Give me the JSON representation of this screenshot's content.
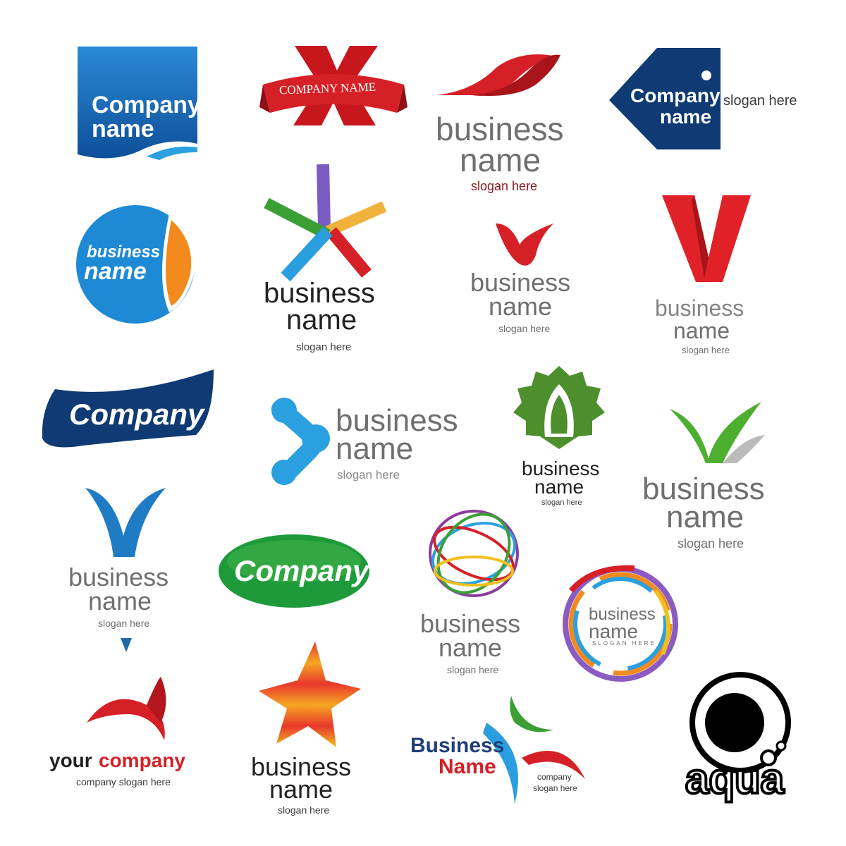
{
  "logos": [
    {
      "kind": "blue-square",
      "line1": "Company",
      "line2": "name"
    },
    {
      "kind": "red-x-banner",
      "banner": "COMPANY NAME"
    },
    {
      "kind": "red-ribbon",
      "line1": "business",
      "line2": "name",
      "slogan": "slogan here"
    },
    {
      "kind": "navy-tag",
      "line1": "Company",
      "line2": "name",
      "slogan": "slogan here"
    },
    {
      "kind": "blue-orange-circle",
      "line1": "business",
      "line2": "name"
    },
    {
      "kind": "brush-star",
      "line1": "business",
      "line2": "name",
      "slogan": "slogan here"
    },
    {
      "kind": "red-tulip",
      "line1": "business",
      "line2": "name",
      "slogan": "slogan here"
    },
    {
      "kind": "red-v",
      "line1": "business",
      "line2": "name",
      "slogan": "slogan here"
    },
    {
      "kind": "navy-wave",
      "text": "Company"
    },
    {
      "kind": "blue-molecule",
      "line1": "business",
      "line2": "name",
      "slogan": "slogan here"
    },
    {
      "kind": "green-ornament",
      "line1": "business",
      "line2": "name",
      "slogan": "slogan here"
    },
    {
      "kind": "green-leaf-v",
      "line1": "business",
      "line2": "name",
      "slogan": "slogan here"
    },
    {
      "kind": "blue-v",
      "line1": "business",
      "line2": "name",
      "slogan": "slogan here"
    },
    {
      "kind": "green-oval",
      "text": "Company"
    },
    {
      "kind": "rings-globe",
      "line1": "business",
      "line2": "name",
      "slogan": "slogan here"
    },
    {
      "kind": "paint-ring",
      "line1": "business",
      "line2": "name",
      "slogan": "SLOGAN HERE"
    },
    {
      "kind": "red-swirl",
      "word1": "your",
      "word2": "company",
      "slogan": "company slogan here"
    },
    {
      "kind": "striped-star",
      "line1": "business",
      "line2": "name",
      "slogan": "slogan here"
    },
    {
      "kind": "three-arcs",
      "line1": "Business",
      "line2": "Name",
      "slogan1": "company",
      "slogan2": "slogan here"
    },
    {
      "kind": "aqua-bubble",
      "text": "aqua"
    }
  ],
  "colors": {
    "red": "#d62027",
    "blue": "#1e7bc4",
    "navy": "#0f3a73",
    "green": "#3aa035",
    "orange": "#f28a1e",
    "gray": "#6f6f6f"
  }
}
